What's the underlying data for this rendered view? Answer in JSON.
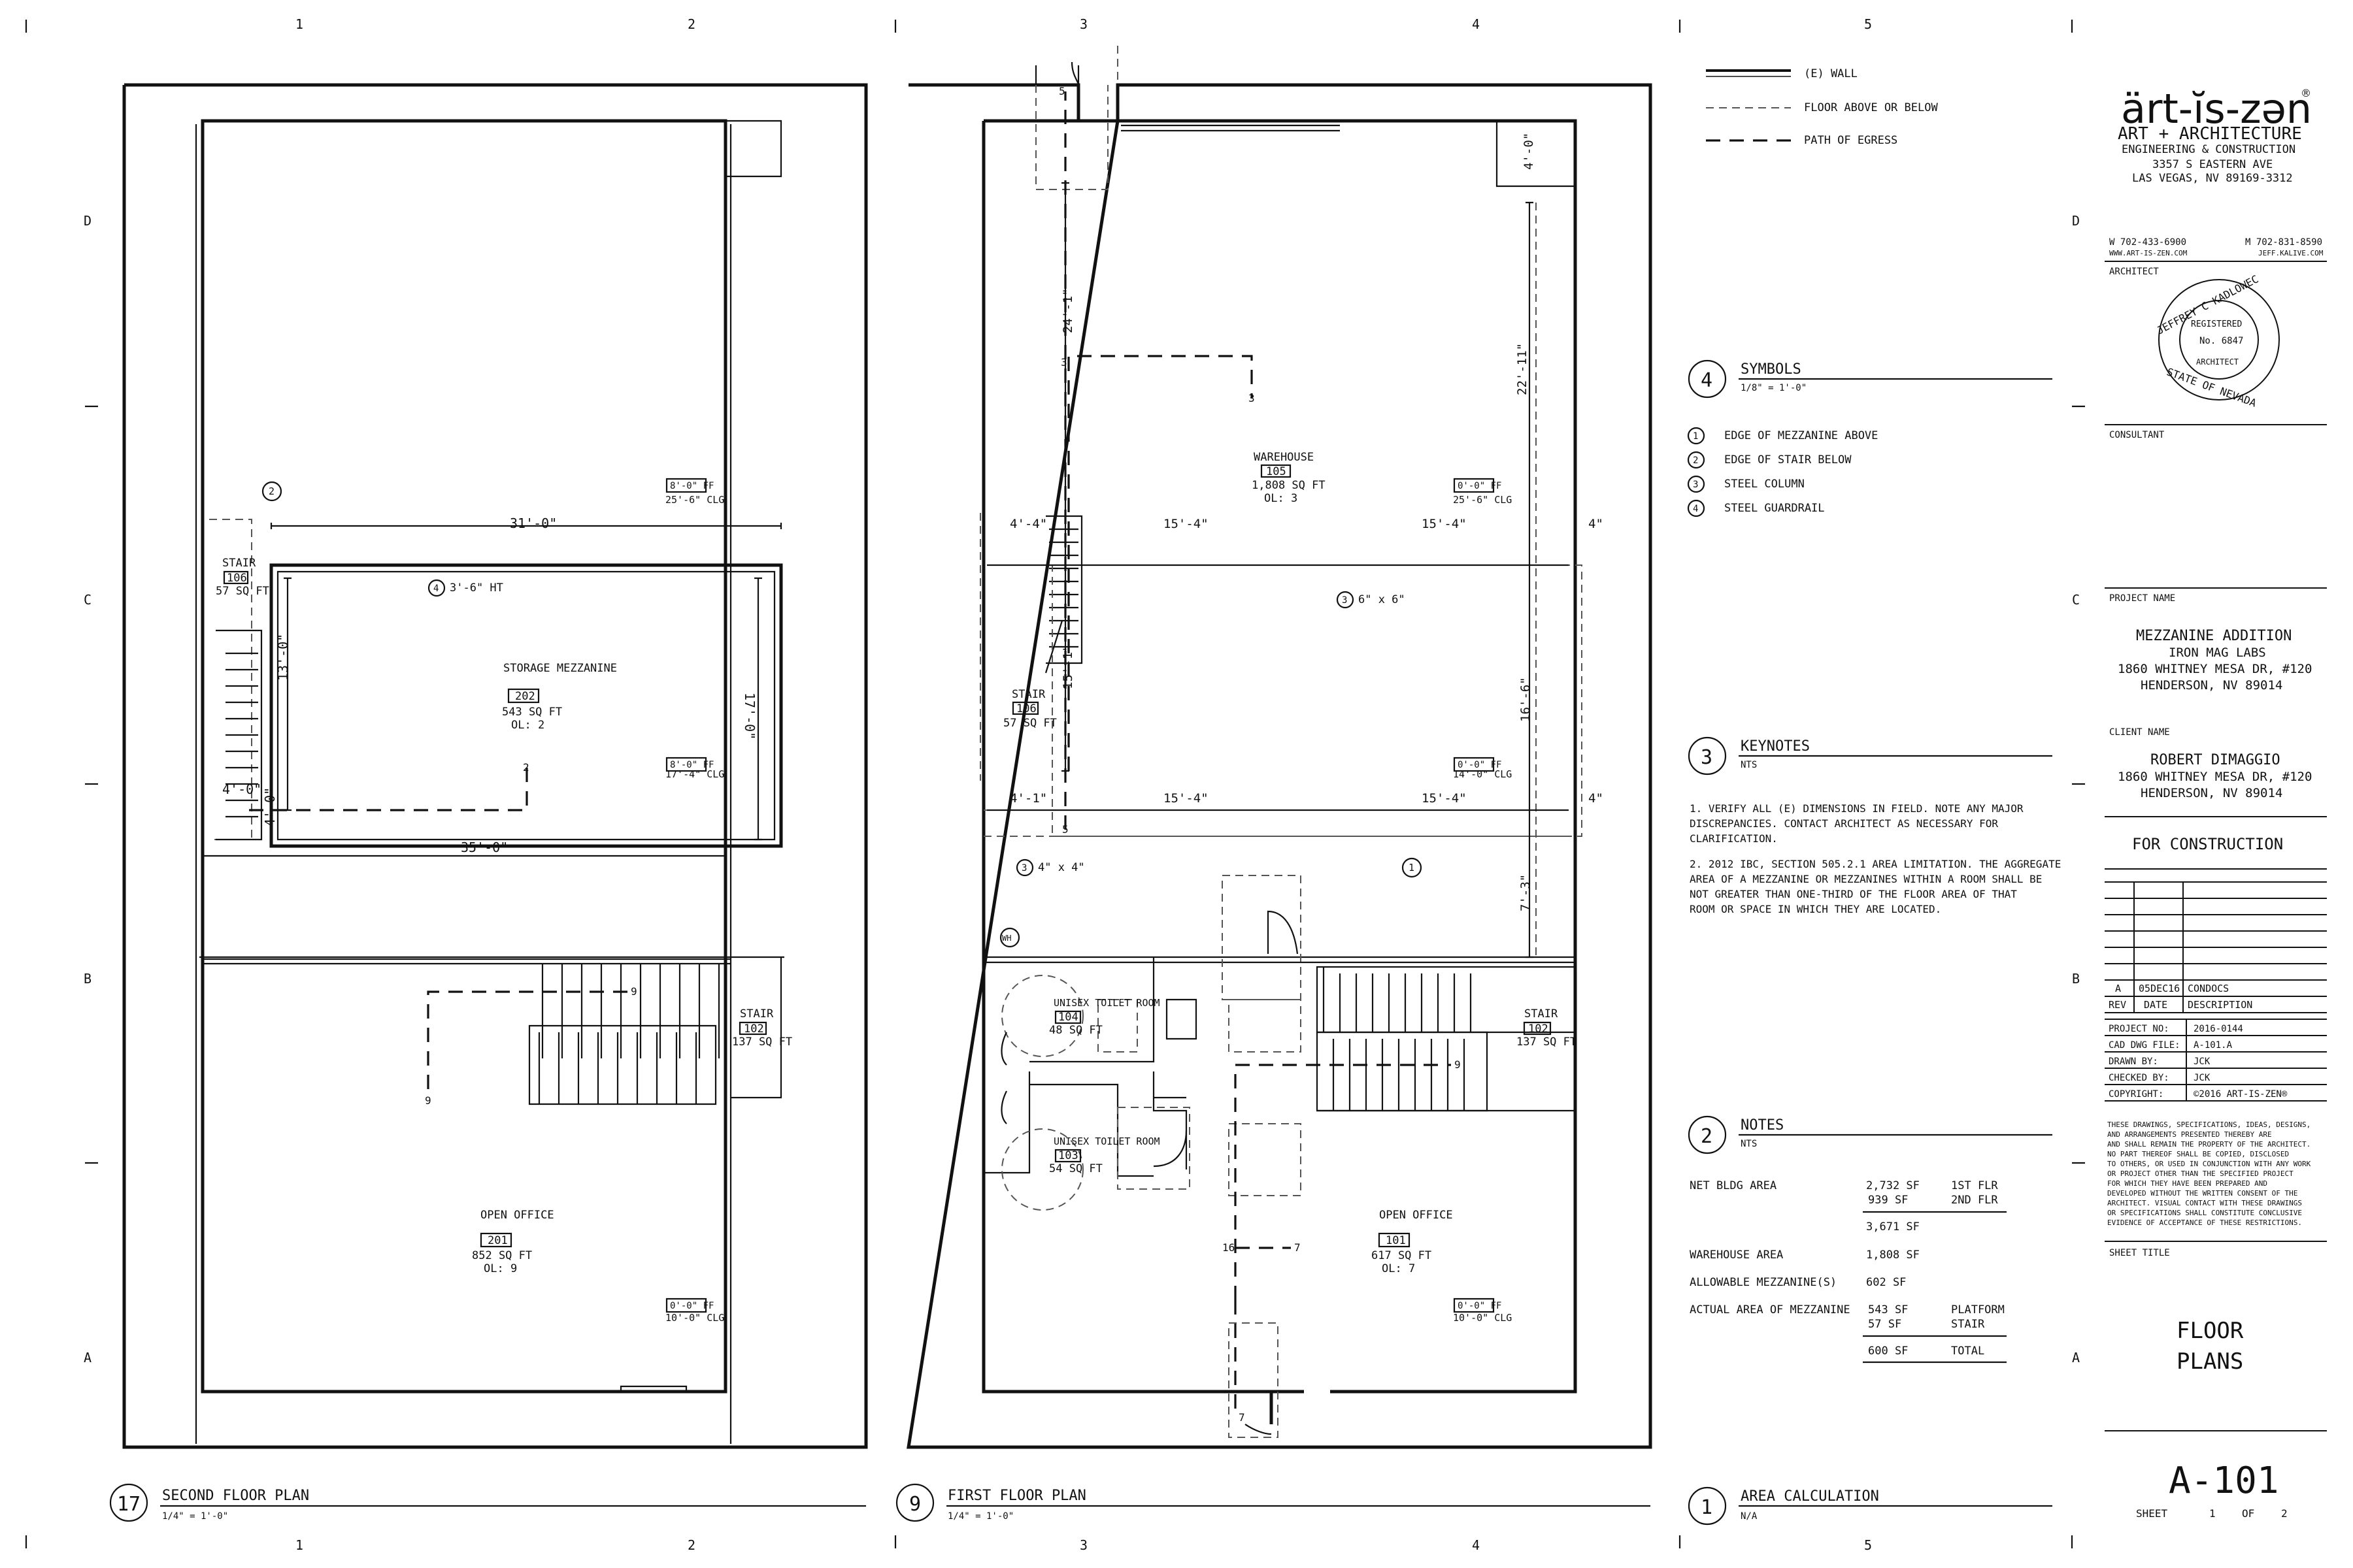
{
  "grid": {
    "columns": [
      "1",
      "2",
      "3",
      "4",
      "5"
    ],
    "rows": [
      "D",
      "C",
      "B",
      "A"
    ]
  },
  "legend": {
    "wall": "(E) WALL",
    "floor_above": "FLOOR ABOVE OR BELOW",
    "egress": "PATH OF EGRESS"
  },
  "symbols": {
    "number": "4",
    "title": "SYMBOLS",
    "scale": "1/8\" = 1'-0\"",
    "items": [
      {
        "n": "1",
        "label": "EDGE OF MEZZANINE ABOVE"
      },
      {
        "n": "2",
        "label": "EDGE OF STAIR BELOW"
      },
      {
        "n": "3",
        "label": "STEEL COLUMN"
      },
      {
        "n": "4",
        "label": "STEEL GUARDRAIL"
      }
    ]
  },
  "keynotes": {
    "number": "3",
    "title": "KEYNOTES",
    "scale": "NTS",
    "note1_lines": [
      "1.      VERIFY ALL (E) DIMENSIONS IN FIELD. NOTE ANY MAJOR",
      "DISCREPANCIES. CONTACT ARCHITECT AS NECESSARY FOR",
      "CLARIFICATION."
    ],
    "note2_lines": [
      "2.      2012 IBC, SECTION 505.2.1 AREA LIMITATION. THE AGGREGATE",
      "AREA OF A MEZZANINE OR MEZZANINES WITHIN A ROOM SHALL BE",
      "NOT GREATER THAN ONE-THIRD OF THE FLOOR AREA OF THAT",
      "ROOM OR SPACE IN WHICH THEY ARE LOCATED."
    ]
  },
  "notes": {
    "number": "2",
    "title": "NOTES",
    "scale": "NTS",
    "rows": [
      {
        "label": "NET BLDG AREA",
        "v1": "2,732 SF",
        "v2": "939 SF",
        "d1": "1ST FLR",
        "d2": "2ND FLR"
      },
      {
        "label": "",
        "v1": "3,671 SF",
        "v2": "",
        "d1": "",
        "d2": ""
      },
      {
        "label": "WAREHOUSE AREA",
        "v1": "1,808 SF",
        "v2": "",
        "d1": "",
        "d2": ""
      },
      {
        "label": "ALLOWABLE MEZZANINE(S)",
        "v1": "602 SF",
        "v2": "",
        "d1": "",
        "d2": ""
      },
      {
        "label": "ACTUAL AREA OF MEZZANINE",
        "v1": "543 SF",
        "v2": "57 SF",
        "d1": "PLATFORM",
        "d2": "STAIR"
      },
      {
        "label": "",
        "v1": "600 SF",
        "v2": "",
        "d1": "TOTAL",
        "d2": ""
      }
    ]
  },
  "area_calc": {
    "number": "1",
    "title": "AREA CALCULATION",
    "scale": "N/A"
  },
  "second_floor": {
    "number": "17",
    "title": "SECOND FLOOR PLAN",
    "scale": "1/4\" = 1'-0\""
  },
  "first_floor": {
    "number": "9",
    "title": "FIRST FLOOR PLAN",
    "scale": "1/4\" = 1'-0\""
  },
  "rooms_second": [
    {
      "name": "STAIR",
      "num": "106",
      "area": "57 SQ FT",
      "ol": ""
    },
    {
      "name": "STORAGE MEZZANINE",
      "num": "202",
      "area": "543 SQ FT",
      "ol": "OL: 2"
    },
    {
      "name": "STAIR",
      "num": "102",
      "area": "137 SQ FT",
      "ol": ""
    },
    {
      "name": "OPEN OFFICE",
      "num": "201",
      "area": "852 SQ FT",
      "ol": "OL: 9"
    }
  ],
  "rooms_first": [
    {
      "name": "WAREHOUSE",
      "num": "105",
      "area": "1,808 SQ FT",
      "ol": "OL: 3"
    },
    {
      "name": "STAIR",
      "num": "106",
      "area": "57 SQ FT",
      "ol": ""
    },
    {
      "name": "UNISEX TOILET ROOM",
      "num": "104",
      "area": "48 SQ FT",
      "ol": ""
    },
    {
      "name": "UNISEX TOILET ROOM",
      "num": "103",
      "area": "54 SQ FT",
      "ol": ""
    },
    {
      "name": "STAIR",
      "num": "102",
      "area": "137 SQ FT",
      "ol": ""
    },
    {
      "name": "OPEN OFFICE",
      "num": "101",
      "area": "617 SQ FT",
      "ol": "OL: 7"
    }
  ],
  "dims_second": [
    "31'-0\"",
    "13'-0\"",
    "17'-0\"",
    "4'-0\"",
    "4'-0\"",
    "35'-0\"",
    "3'-6\" HT"
  ],
  "ceilings_second": [
    {
      "tag": "8'-0\" FF",
      "clg": "25'-6\" CLG"
    },
    {
      "tag": "8'-0\" FF",
      "clg": "17'-4\" CLG"
    },
    {
      "tag": "0'-0\" FF",
      "clg": "10'-0\" CLG"
    }
  ],
  "dims_first": [
    "24'-1\"",
    "22'-11\"",
    "4'-0\"",
    "4'-4\"",
    "15'-4\"",
    "15'-4\"",
    "4\"",
    "15'-1\"",
    "16'-6\"",
    "4'-1\"",
    "15'-4\"",
    "15'-4\"",
    "4\"",
    "7'-3\"",
    "6\" x 6\"",
    "4\" x 4\""
  ],
  "ceilings_first": [
    {
      "tag": "0'-0\" FF",
      "clg": "25'-6\" CLG"
    },
    {
      "tag": "0'-0\" FF",
      "clg": "14'-0\" CLG"
    },
    {
      "tag": "0'-0\" FF",
      "clg": "10'-0\" CLG"
    }
  ],
  "egress_labels": [
    "5",
    "3",
    "3",
    "2",
    "9",
    "9",
    "9",
    "7",
    "16",
    "7",
    "5"
  ],
  "wh_tag": "WH",
  "firm": {
    "logo": "ärt-ĭs-zən",
    "reg": "®",
    "line1": "ART + ARCHITECTURE",
    "line2": "ENGINEERING & CONSTRUCTION",
    "addr1": "3357 S EASTERN AVE",
    "addr2": "LAS VEGAS, NV 89169-3312",
    "phone_w": "W 702-433-6900",
    "web": "WWW.ART-IS-ZEN.COM",
    "phone_m": "M 702-831-8590",
    "email": "JEFF.KALIVE.COM"
  },
  "architect_label": "ARCHITECT",
  "stamp": {
    "top": "JEFFREY C KADLOWEC",
    "registered": "REGISTERED",
    "number": "No. 6847",
    "architect": "ARCHITECT",
    "bottom": "STATE OF NEVADA"
  },
  "consultant_label": "CONSULTANT",
  "project": {
    "label": "PROJECT NAME",
    "lines": [
      "MEZZANINE ADDITION",
      "IRON MAG LABS",
      "1860 WHITNEY MESA DR, #120",
      "HENDERSON, NV 89014"
    ]
  },
  "client": {
    "label": "CLIENT NAME",
    "lines": [
      "ROBERT DIMAGGIO",
      "1860 WHITNEY MESA DR, #120",
      "HENDERSON, NV 89014"
    ]
  },
  "status": "FOR CONSTRUCTION",
  "revision": {
    "rev": "A",
    "date": "05DEC16",
    "desc": "CONDOCS",
    "h_rev": "REV",
    "h_date": "DATE",
    "h_desc": "DESCRIPTION"
  },
  "project_info": [
    {
      "k": "PROJECT NO:",
      "v": "2016-0144"
    },
    {
      "k": "CAD DWG FILE:",
      "v": "A-101.A"
    },
    {
      "k": "DRAWN BY:",
      "v": "JCK"
    },
    {
      "k": "CHECKED BY:",
      "v": "JCK"
    },
    {
      "k": "COPYRIGHT:",
      "v": "©2016 ART-IS-ZEN®"
    }
  ],
  "disclaimer": [
    "THESE DRAWINGS, SPECIFICATIONS, IDEAS, DESIGNS,",
    "AND ARRANGEMENTS PRESENTED THEREBY ARE",
    "AND SHALL REMAIN THE PROPERTY OF THE ARCHITECT.",
    "NO PART THEREOF SHALL BE COPIED, DISCLOSED",
    "TO OTHERS, OR USED IN CONJUNCTION WITH ANY WORK",
    "OR PROJECT OTHER THAN THE SPECIFIED PROJECT",
    "FOR WHICH THEY HAVE BEEN PREPARED AND",
    "DEVELOPED WITHOUT THE WRITTEN CONSENT OF THE",
    "ARCHITECT.  VISUAL CONTACT WITH THESE DRAWINGS",
    "OR SPECIFICATIONS SHALL CONSTITUTE CONCLUSIVE",
    "EVIDENCE OF ACCEPTANCE OF THESE RESTRICTIONS."
  ],
  "sheet_title_label": "SHEET TITLE",
  "sheet_title": [
    "FLOOR",
    "PLANS"
  ],
  "sheet_number": "A-101",
  "sheet_of": {
    "label": "SHEET",
    "num": "1",
    "of": "OF",
    "total": "2"
  }
}
